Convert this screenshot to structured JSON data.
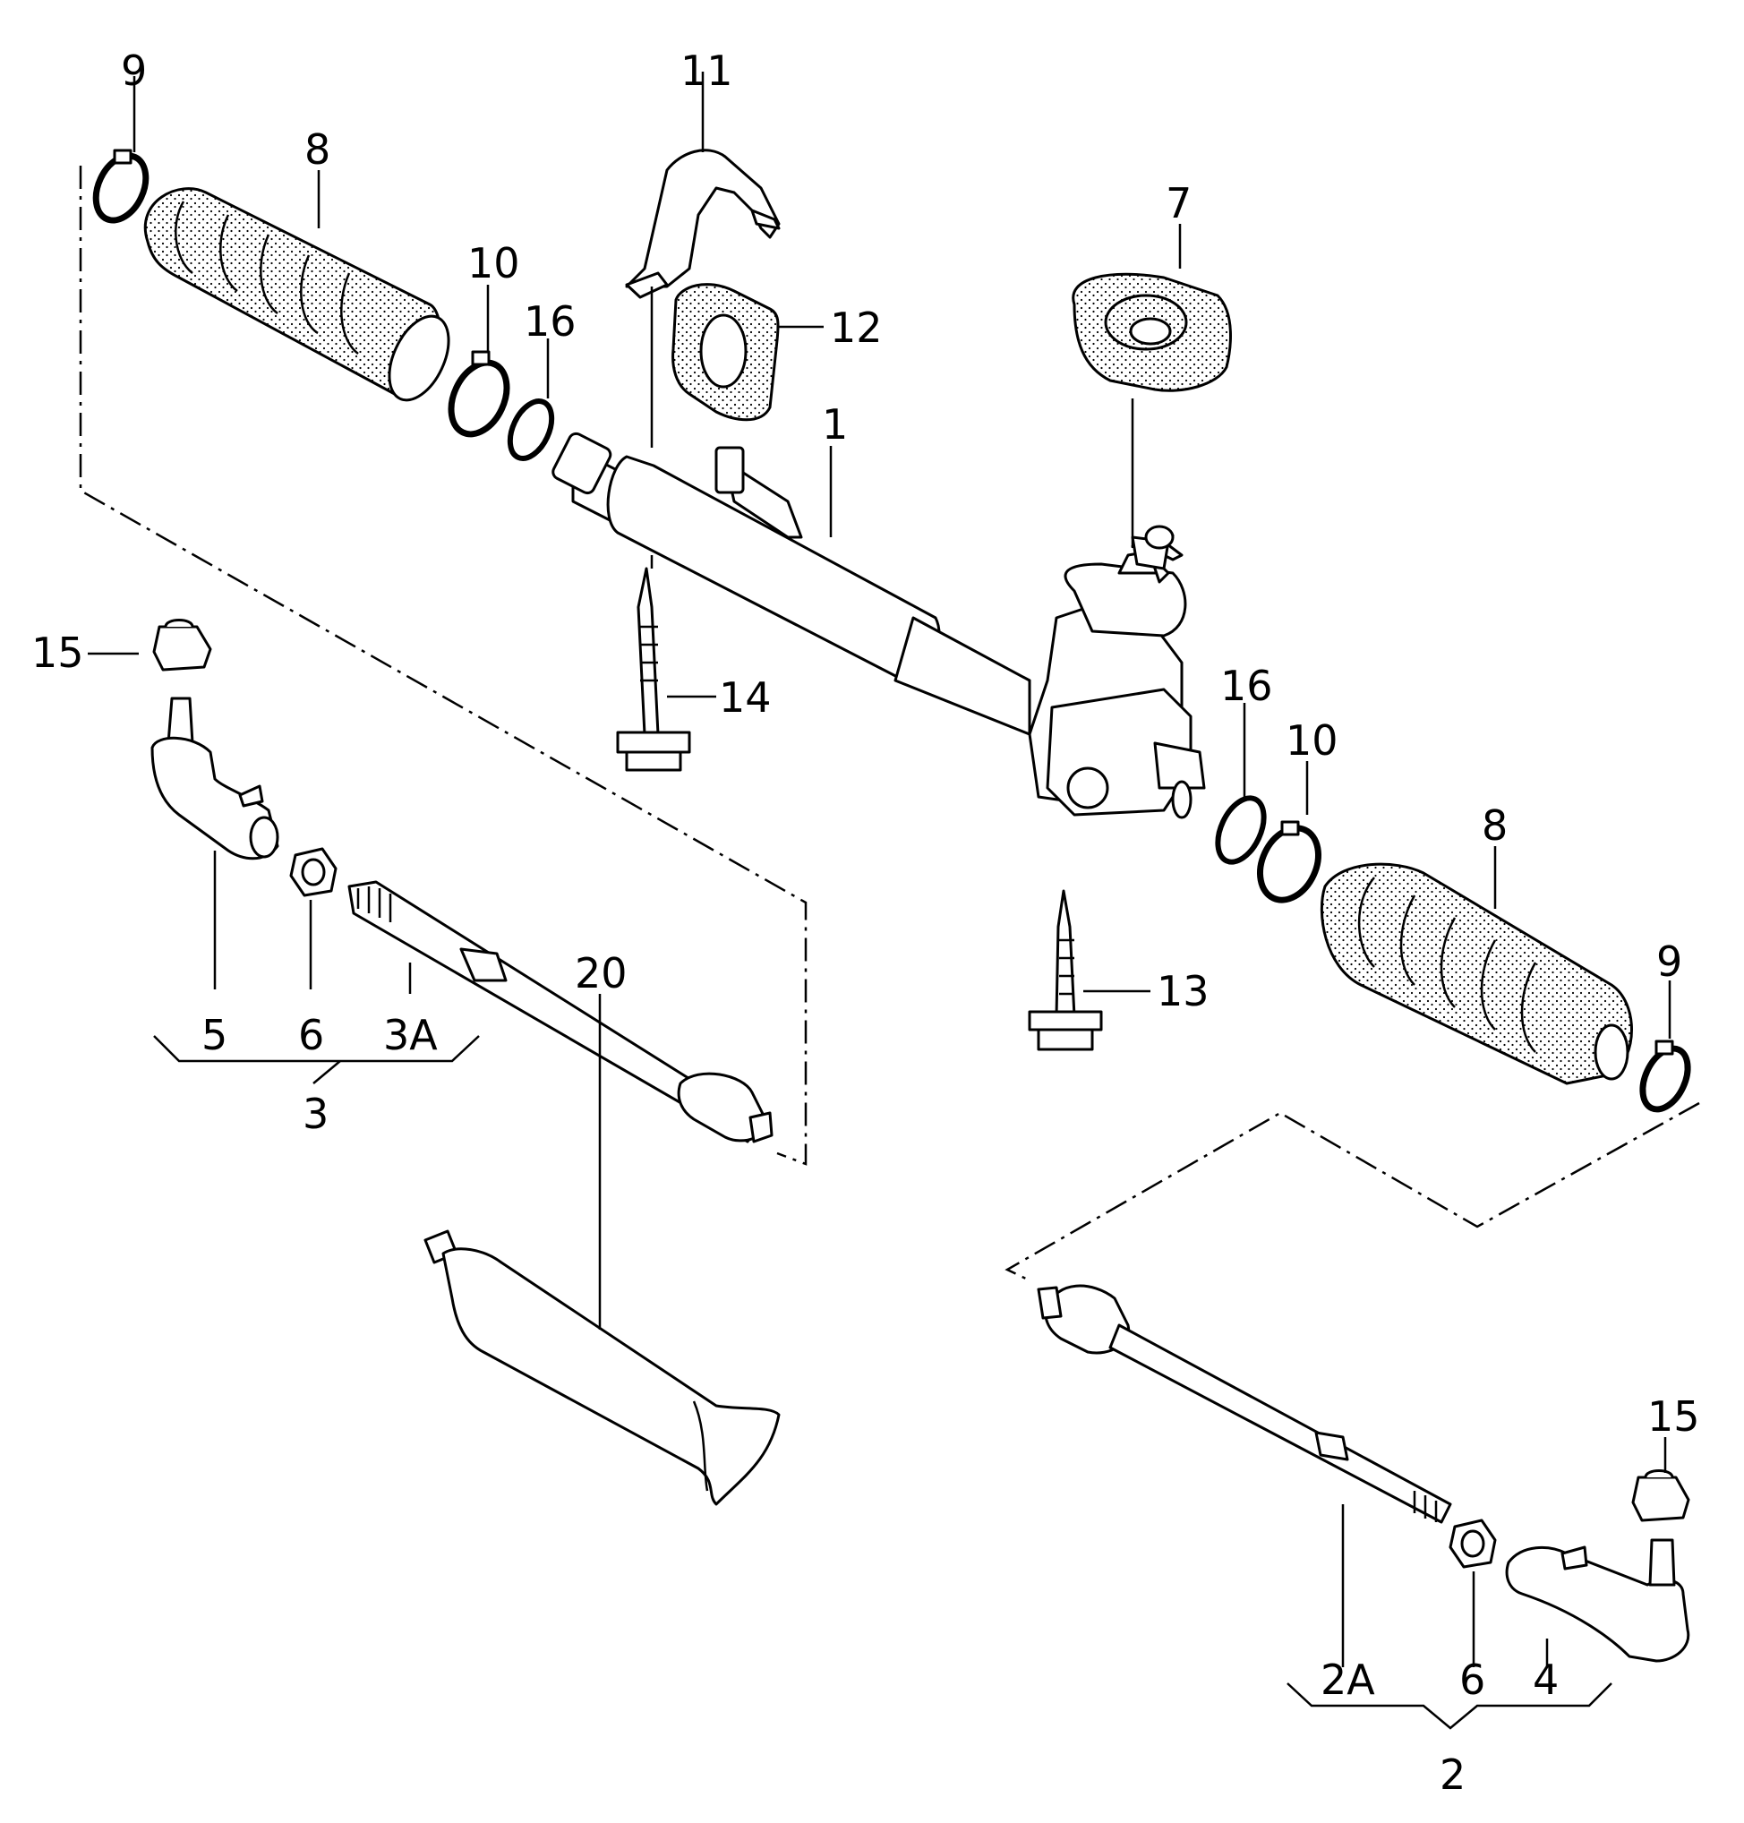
{
  "diagram": {
    "callouts": {
      "c1": "1",
      "c2": "2",
      "c2a": "2A",
      "c3": "3",
      "c3a": "3A",
      "c4": "4",
      "c5": "5",
      "c6_left": "6",
      "c6_right": "6",
      "c7": "7",
      "c8_left": "8",
      "c8_right": "8",
      "c9_left": "9",
      "c9_right": "9",
      "c10_left": "10",
      "c10_right": "10",
      "c11": "11",
      "c12": "12",
      "c13": "13",
      "c14": "14",
      "c15_left": "15",
      "c15_right": "15",
      "c16_left": "16",
      "c16_right": "16",
      "c20": "20"
    }
  }
}
